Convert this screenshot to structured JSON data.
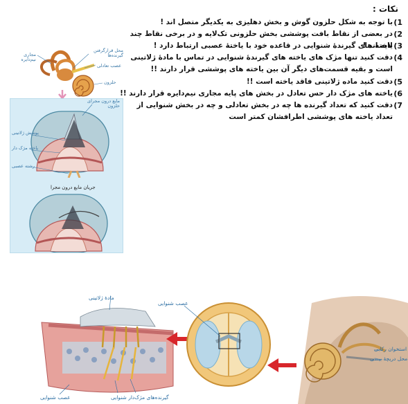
{
  "notes_title": "نکات :",
  "notes": [
    {
      "num": "1)",
      "text": "با توجه به شکل حلزون گوش و بخش دهلیزی به یکدیگر متصل اند !"
    },
    {
      "num": "2)",
      "text": "در بعضی از نقاط بافت پوششی بخش حلزونی تک‌لایه و در برخی نقاط چند لایه اند !"
    },
    {
      "num": "3)",
      "text": "یاخته های گیرندهٔ شنوایی در قاعده خود با یاختهٔ عصبی ارتباط دارد !"
    },
    {
      "num": "4)",
      "text": "دقت کنید تنها مژک های یاخته های گیرندهٔ شنوایی در تماس با مادهٔ ژلاتینی است و بقیه قسمت‌های دیگر آن بین یاخته های پوششی قرار دارند !!"
    },
    {
      "num": "5)",
      "text": "دقت کنید ماده ژلاتینی فاقد یاخته است !!"
    },
    {
      "num": "6)",
      "text": "یاخته های مژک دار حس تعادل در بخش های پایه مجاری نیم‌دایره قرار دارند !!"
    },
    {
      "num": "7)",
      "text": "دقت کنید که تعداد گیرنده ها چه در بخش تعادلی و چه در بخش شنوایی از تعداد یاخته های پوششی اطرافشان کمتر است"
    }
  ],
  "fig_top": {
    "labels": {
      "canals": "مجاری نیم‌دایره",
      "balance_receptors": "محل قرارگرفتن گیرنده‌ها",
      "balance_nerve": "عصب تعادلی",
      "cochlea": "حلزون",
      "cochlear_fluid": "مایع درون مجرای حلزون",
      "gelatin": "پوشش ژلاتینی",
      "hair_cell": "یاخته مژک دار",
      "nerve_fiber": "رشته عصبی",
      "fluid_flow": "جریان مایع درون مجرا"
    }
  },
  "fig_bottom": {
    "labels": {
      "gelatin_matter": "مادهٔ ژلاتینی",
      "auditory_nerve_top": "عصب شنوایی",
      "auditory_nerve_bottom": "عصب شنوایی",
      "hair_receptors": "گیرنده‌های مژک‌دار شنوایی",
      "ossicle": "استخوان رکابی",
      "oval_window": "محل دریچهٔ بیضی"
    }
  },
  "colors": {
    "arrow_red": "#d8262b",
    "label_blue": "#2b6ea3",
    "panel_blue": "#d7ecf6"
  }
}
